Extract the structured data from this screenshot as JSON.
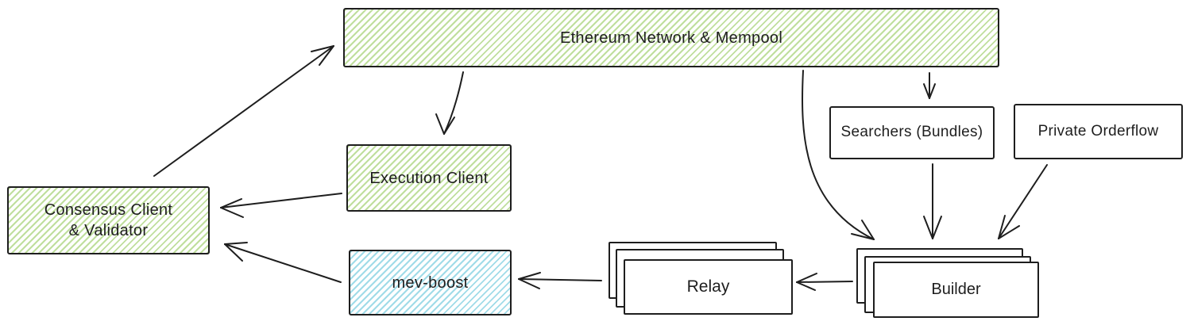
{
  "diagram": {
    "description": "Ethereum MEV-Boost block building architecture flow diagram, hand-drawn whiteboard style",
    "colors": {
      "stroke": "#1e1e1e",
      "green_hatch": "#8bc44d",
      "blue_hatch": "#42b8d1",
      "background": "#ffffff"
    },
    "nodes": {
      "ethereum_network": {
        "label": "Ethereum Network & Mempool",
        "fill": "green"
      },
      "execution_client": {
        "label": "Execution Client",
        "fill": "green"
      },
      "consensus_validator": {
        "label": "Consensus Client\n& Validator",
        "fill": "green"
      },
      "mev_boost": {
        "label": "mev-boost",
        "fill": "blue"
      },
      "relay": {
        "label": "Relay",
        "fill": "white",
        "stacked": true
      },
      "builder": {
        "label": "Builder",
        "fill": "white",
        "stacked": true
      },
      "searchers": {
        "label": "Searchers (Bundles)",
        "fill": "white"
      },
      "private_orderflow": {
        "label": "Private Orderflow",
        "fill": "white"
      }
    },
    "edges": [
      {
        "from": "consensus_validator",
        "to": "ethereum_network"
      },
      {
        "from": "ethereum_network",
        "to": "execution_client"
      },
      {
        "from": "execution_client",
        "to": "consensus_validator"
      },
      {
        "from": "mev_boost",
        "to": "consensus_validator"
      },
      {
        "from": "relay",
        "to": "mev_boost"
      },
      {
        "from": "builder",
        "to": "relay"
      },
      {
        "from": "ethereum_network",
        "to": "builder"
      },
      {
        "from": "ethereum_network",
        "to": "searchers"
      },
      {
        "from": "searchers",
        "to": "builder"
      },
      {
        "from": "private_orderflow",
        "to": "builder"
      }
    ]
  }
}
